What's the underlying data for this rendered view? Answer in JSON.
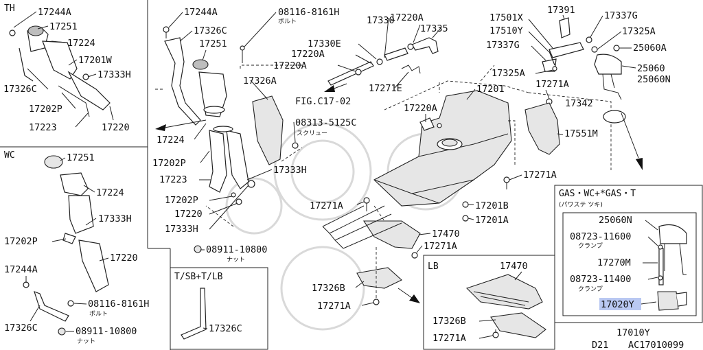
{
  "diagram": {
    "footer_model": "D21",
    "footer_code": "AC17010099",
    "highlight_part": "17020Y",
    "sections": {
      "th": {
        "header": "TH",
        "labels": [
          "17244A",
          "17251",
          "17224",
          "17201W",
          "17333H",
          "17326C",
          "17202P",
          "17223",
          "17220"
        ]
      },
      "wc": {
        "header": "WC",
        "labels": [
          "17251",
          "17224",
          "17333H",
          "17202P",
          "17220",
          "17244A",
          "08116-8161H",
          "17326C",
          "08911-10800"
        ],
        "jp_bolt": "ボルト",
        "jp_nut": "ナット"
      },
      "main": {
        "labels": [
          "17244A",
          "08116-8161H",
          "17326C",
          "17251",
          "17326A",
          "17224",
          "17202P",
          "17223",
          "17202P",
          "17220",
          "17333H",
          "17333H",
          "08313-5125C",
          "08911-10800",
          "17330",
          "17220A",
          "17330E",
          "17220A",
          "17220A",
          "17335",
          "17271E",
          "FIG.C17-02",
          "17201",
          "17220A",
          "17271A",
          "17201B",
          "17201A",
          "17470",
          "17271A",
          "17326B",
          "17271A",
          "17501X",
          "17510Y",
          "17391",
          "17337G",
          "17325A",
          "17337G",
          "25060A",
          "17325A",
          "17271A",
          "25060",
          "25060N",
          "17342",
          "17551M",
          "17271A"
        ],
        "jp_bolt": "ボルト",
        "jp_screw": "スクリュー",
        "jp_nut": "ナット"
      },
      "tsb": {
        "header": "T/SB+T/LB",
        "labels": [
          "17326C"
        ]
      },
      "lb": {
        "header": "LB",
        "labels": [
          "17470",
          "17326B",
          "17271A"
        ]
      },
      "gas": {
        "header": "GAS・WC+*GAS・T",
        "subheader": "(パワステ ツキ)",
        "labels": [
          "25060N",
          "08723-11600",
          "17270M",
          "08723-11400",
          "17020Y",
          "17010Y"
        ],
        "jp_clamp1": "クランプ",
        "jp_clamp2": "クランプ"
      }
    }
  }
}
